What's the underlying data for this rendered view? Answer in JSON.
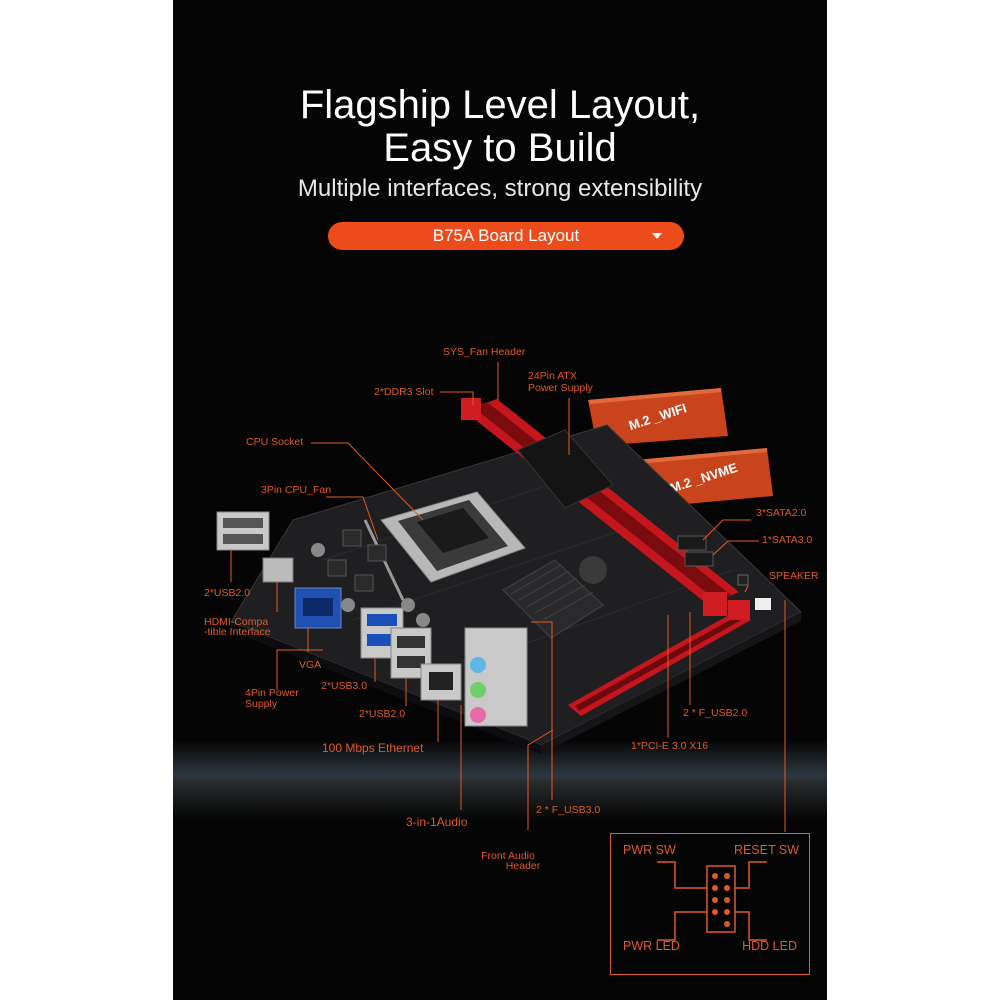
{
  "headline": {
    "line1": "Flagship Level Layout,",
    "line2": "Easy to Build",
    "subtitle": "Multiple interfaces, strong extensibility"
  },
  "selector": {
    "label": "B75A Board Layout",
    "icon": "caret-down-icon"
  },
  "badges": {
    "wifi": "M.2 _WIFI",
    "nvme": "M.2 _NVME"
  },
  "callouts": {
    "sys_fan": "SYS_Fan Header",
    "atx_line1": "24Pin ATX",
    "atx_line2": "Power Supply",
    "ddr3": "2*DDR3 Slot",
    "cpu_socket": "CPU Socket",
    "cpu_fan": "3Pin CPU_Fan",
    "sata2": "3*SATA2.0",
    "sata3": "1*SATA3.0",
    "speaker": "SPEAKER",
    "usb20_left": "2*USB2.0",
    "hdmi_line1": "HDMI-Compa",
    "hdmi_line2": "-tible Interface",
    "vga": "VGA",
    "power4_line1": "4Pin Power",
    "power4_line2": "Supply",
    "usb30": "2*USB3.0",
    "usb20_mid": "2*USB2.0",
    "f_usb20": "2 * F_USB2.0",
    "pcie": "1*PCI-E 3.0 X16",
    "ethernet": "100 Mbps Ethernet",
    "f_usb30": "2 * F_USB3.0",
    "audio": "3-in-1Audio",
    "front_audio_line1": "Front Audio",
    "front_audio_line2": "Header"
  },
  "panel_header": {
    "pwr_sw": "PWR SW",
    "reset_sw": "RESET SW",
    "pwr_led": "PWR LED",
    "hdd_led": "HDD  LED"
  },
  "colors": {
    "accent": "#ec4b1c",
    "label": "#e05a28",
    "board": "#1e1e20",
    "slot_red": "#c4161c"
  }
}
